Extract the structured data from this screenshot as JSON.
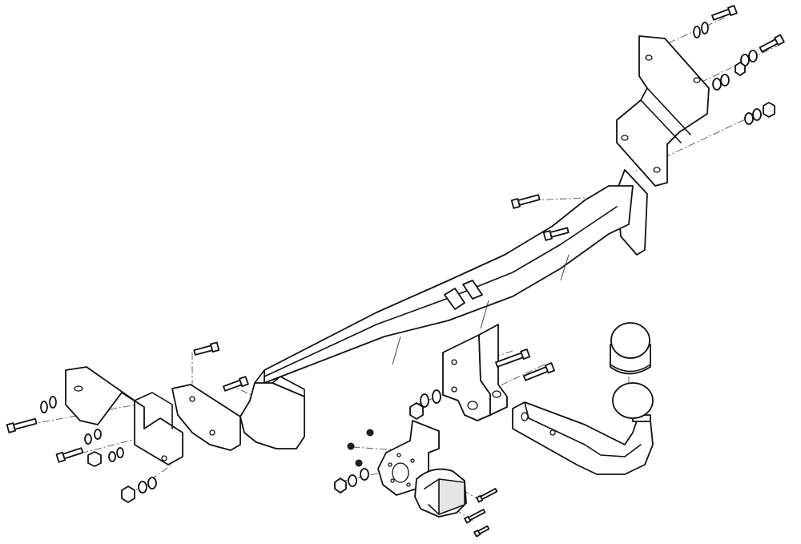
{
  "diagram": {
    "colors": {
      "line": "#111111",
      "background": "#ffffff",
      "centerline": "#555555"
    },
    "components": [
      "main-crossbar",
      "left-mounting-bracket",
      "right-mounting-bracket",
      "center-hanger-plate",
      "tow-ball-neck",
      "tow-ball-cap",
      "socket-mounting-plate",
      "electrical-socket",
      "bolts",
      "washers",
      "nuts"
    ]
  }
}
